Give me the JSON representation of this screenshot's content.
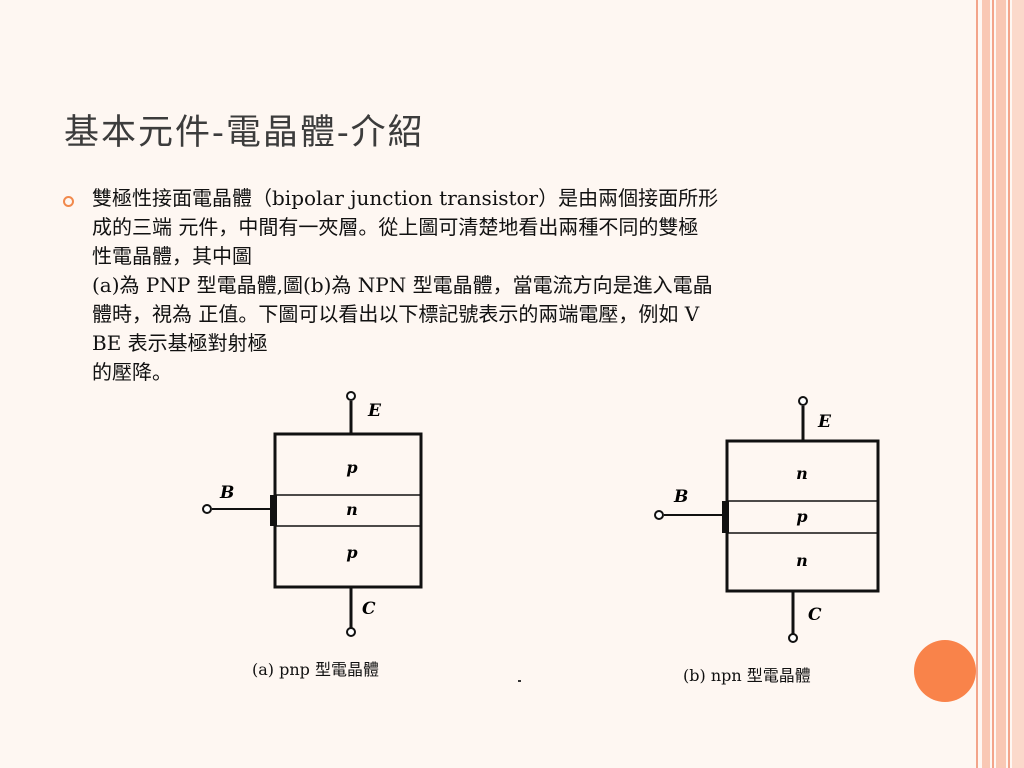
{
  "slide": {
    "title": "基本元件-電晶體-介紹",
    "body_lines": [
      "雙極性接面電晶體（bipolar junction transistor）是由兩個接面所形",
      "成的三端 元件，中間有一夾層。從上圖可清楚地看出兩種不同的雙極",
      "性電晶體，其中圖",
      "(a)為 PNP 型電晶體,圖(b)為 NPN 型電晶體，當電流方向是進入電晶",
      "體時，視為 正值。下圖可以看出以下標記號表示的兩端電壓，例如 V",
      "BE 表示基極對射極",
      "的壓降。"
    ]
  },
  "figure_a": {
    "emitter": "E",
    "base": "B",
    "collector": "C",
    "layers": [
      "p",
      "n",
      "p"
    ],
    "caption": "(a) pnp 型電晶體"
  },
  "figure_b": {
    "emitter": "E",
    "base": "B",
    "collector": "C",
    "layers": [
      "n",
      "p",
      "n"
    ],
    "caption": "(b) npn 型電晶體"
  },
  "colors": {
    "accent": "#f9834a",
    "stripe": "#f3a48a",
    "background": "#fef7f2"
  }
}
